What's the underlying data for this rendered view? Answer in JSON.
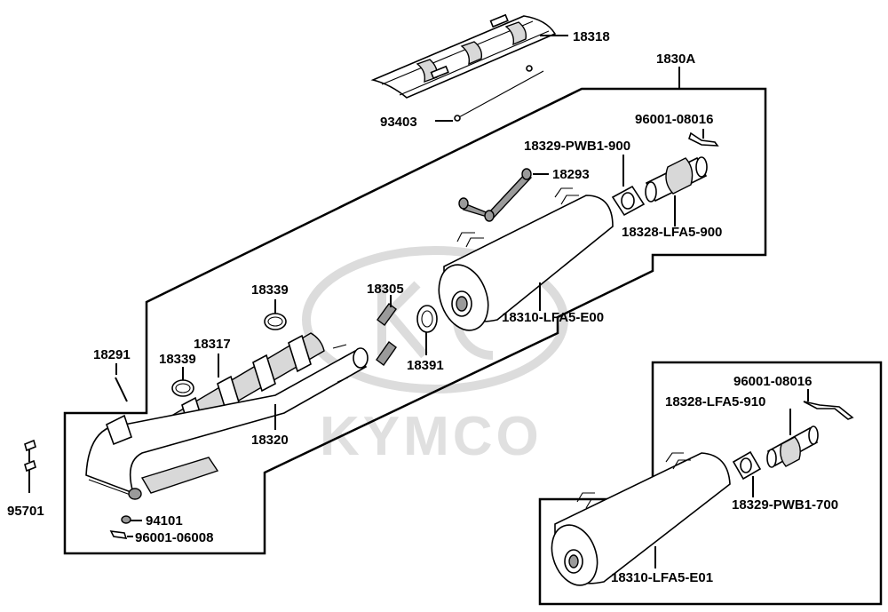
{
  "diagram": {
    "assembly_label": "1830A",
    "watermark_text": "KYMCO",
    "labels": {
      "p18318": "18318",
      "p93403": "93403",
      "p96001_08016_a": "96001-08016",
      "p18329_pwb1_900": "18329-PWB1-900",
      "p18293": "18293",
      "p18328_lfa5_900": "18328-LFA5-900",
      "p18339_top": "18339",
      "p18305": "18305",
      "p18310_lfa5_e00": "18310-LFA5-E00",
      "p18317": "18317",
      "p18339_left": "18339",
      "p18291": "18291",
      "p18391": "18391",
      "p18320": "18320",
      "p95701": "95701",
      "p94101": "94101",
      "p96001_06008": "96001-06008",
      "p96001_08016_b": "96001-08016",
      "p18328_lfa5_910": "18328-LFA5-910",
      "p18329_pwb1_700": "18329-PWB1-700",
      "p18310_lfa5_e01": "18310-LFA5-E01"
    }
  }
}
